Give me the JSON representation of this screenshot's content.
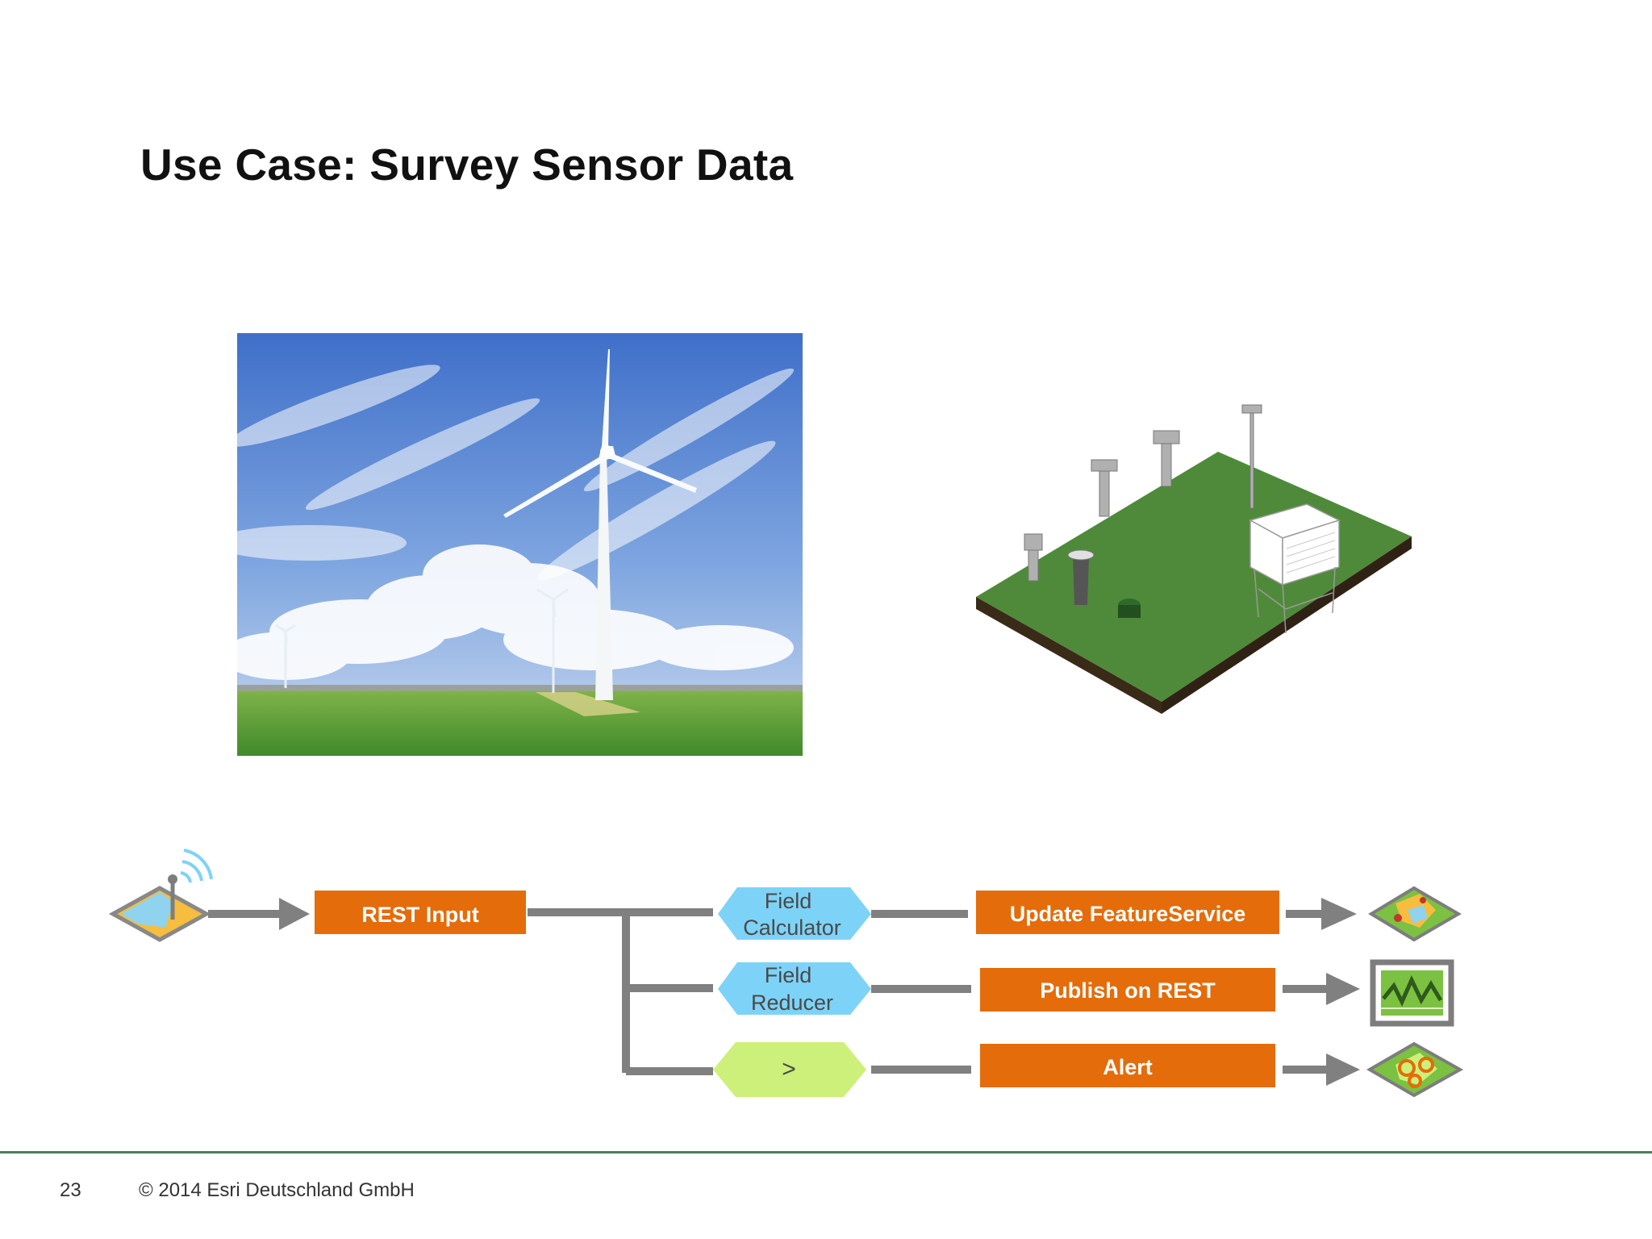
{
  "slide": {
    "title": "Use Case: Survey Sensor Data",
    "page_number": "23",
    "copyright": "© 2014 Esri Deutschland GmbH"
  },
  "images": {
    "wind_turbine": "wind-turbine-photo",
    "weather_station": "weather-station-illustration"
  },
  "flow": {
    "input": "REST Input",
    "processors": [
      {
        "line1": "Field",
        "line2": "Calculator"
      },
      {
        "line1": "Field",
        "line2": "Reducer"
      },
      {
        "line1": ">",
        "line2": ""
      }
    ],
    "outputs": [
      "Update FeatureService",
      "Publish on REST",
      "Alert"
    ]
  },
  "colors": {
    "output_orange": "#e46c0a",
    "processor_blue": "#7dd3f7",
    "filter_green": "#cdf07a",
    "connector_gray": "#808080",
    "footer_green": "#4f7a5c"
  },
  "icons": [
    "sensor-map-icon",
    "feature-map-icon",
    "chart-screen-icon",
    "alert-map-icon"
  ]
}
